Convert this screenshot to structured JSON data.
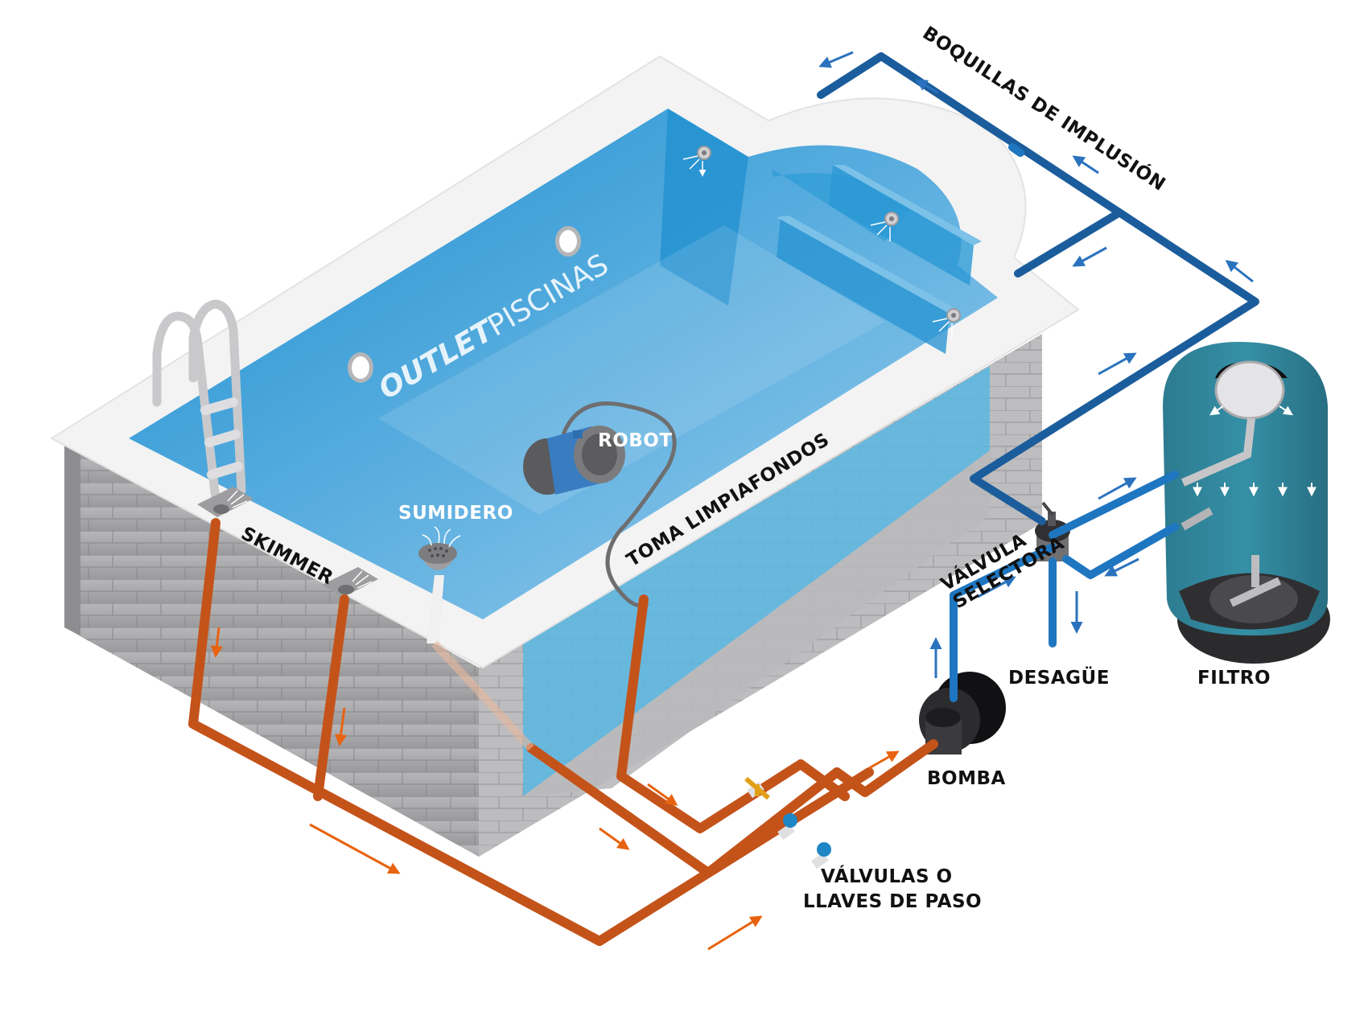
{
  "brand": {
    "bold": "OUTLET",
    "light": "PISCINAS"
  },
  "labels": {
    "boquillas": "BOQUILLAS DE IMPLUSIÓN",
    "robot": "ROBOT",
    "sumidero": "SUMIDERO",
    "skimmer": "SKIMMER",
    "toma": "TOMA  LIMPIAFONDOS",
    "valvula_line1": "VÁLVULA",
    "valvula_line2": "SELECTORA",
    "desague": "DESAGÜE",
    "filtro": "FILTRO",
    "bomba": "BOMBA",
    "valvulas_line1": "VÁLVULAS O",
    "valvulas_line2": "LLAVES DE PASO"
  },
  "components": [
    {
      "id": "skimmer",
      "icon": "skimmer-icon",
      "count": 2
    },
    {
      "id": "sumidero",
      "icon": "drain-icon",
      "count": 1
    },
    {
      "id": "robot",
      "icon": "pool-robot-icon",
      "count": 1
    },
    {
      "id": "boquillas",
      "icon": "return-nozzle-icon",
      "count": 3
    },
    {
      "id": "luces",
      "icon": "pool-light-icon",
      "count": 2
    },
    {
      "id": "escalera",
      "icon": "ladder-icon",
      "count": 1
    },
    {
      "id": "valvula-selectora",
      "icon": "selector-valve-icon",
      "count": 1
    },
    {
      "id": "filtro",
      "icon": "sand-filter-icon",
      "count": 1
    },
    {
      "id": "bomba",
      "icon": "pump-icon",
      "count": 1
    },
    {
      "id": "llaves-de-paso",
      "icon": "ball-valve-icon",
      "count": 3
    }
  ],
  "colors": {
    "suction_pipe": "#c4531a",
    "suction_arrow": "#e8630f",
    "return_pipe": "#1b5d9c",
    "return_arrow": "#2a72be",
    "water": "#2a9ad6",
    "filter_tank": "#2f7f93",
    "coping": "#f2f2f2",
    "brick_wall": "#a9a9ab"
  }
}
